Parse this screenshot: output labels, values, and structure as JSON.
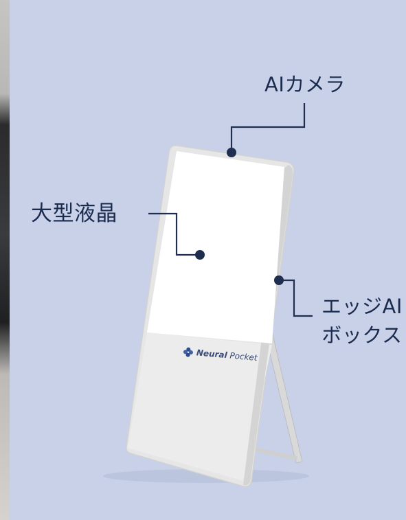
{
  "labels": {
    "camera": "AIカメラ",
    "display": "大型液晶",
    "edge_line1": "エッジAI",
    "edge_line2": "ボックス"
  },
  "brand": {
    "name_bold": "Neural",
    "name_light": " Pocket"
  },
  "colors": {
    "background": "#c8d1e8",
    "text": "#1a2b4e",
    "callout": "#1f2d4f",
    "device_frame": "#e9e9e9",
    "screen": "#ffffff"
  },
  "icons": [
    "neural-pocket-logo-icon"
  ]
}
